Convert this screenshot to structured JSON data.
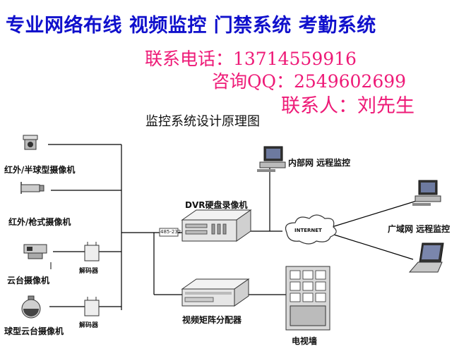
{
  "banner": {
    "text": "专业网络布线 视频监控 门禁系统 考勤系统",
    "color": "#1010cc"
  },
  "contact": {
    "phone": "联系电话：13714559916",
    "qq": "咨询QQ：2549602699",
    "person": "联系人：刘先生",
    "color": "#ee1a77"
  },
  "diagram": {
    "title": "监控系统设计原理图",
    "labels": {
      "dome_camera": "红外/半球型摄像机",
      "bullet_camera": "红外/枪式摄像机",
      "ptz_camera": "云台摄像机",
      "speed_dome_camera": "球型云台摄像机",
      "decoder_1": "解码器",
      "decoder_2": "解码器",
      "dvr": "DVR硬盘录像机",
      "rs485": "485-232",
      "internal_monitor": "内部网 远程监控",
      "internet": "INTERNET",
      "wan_monitor": "广域网 远程监控",
      "matrix": "视频矩阵分配器",
      "tv_wall": "电视墙"
    }
  }
}
